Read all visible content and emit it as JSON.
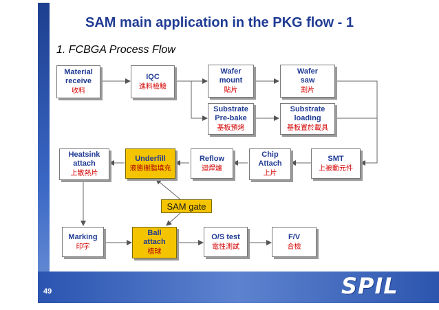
{
  "slide": {
    "title": "SAM main application in the PKG flow - 1",
    "subtitle": "1. FCBGA Process Flow",
    "page_number": "49",
    "logo_text": "SPIL",
    "callout": "SAM gate"
  },
  "boxes": {
    "material_receive": {
      "en1": "Material",
      "en2": "receive",
      "zh": "收料"
    },
    "iqc": {
      "en1": "IQC",
      "en2": "",
      "zh": "進料檢驗"
    },
    "wafer_mount": {
      "en1": "Wafer",
      "en2": "mount",
      "zh": "貼片"
    },
    "wafer_saw": {
      "en1": "Wafer",
      "en2": "saw",
      "zh": "割片"
    },
    "substrate_prebake": {
      "en1": "Substrate",
      "en2": "Pre-bake",
      "zh": "基板預烤"
    },
    "substrate_loading": {
      "en1": "Substrate",
      "en2": "loading",
      "zh": "基板置於載具"
    },
    "smt": {
      "en1": "SMT",
      "en2": "",
      "zh": "上被動元件"
    },
    "chip_attach": {
      "en1": "Chip",
      "en2": "Attach",
      "zh": "上片"
    },
    "reflow": {
      "en1": "Reflow",
      "en2": "",
      "zh": "迴焊爐"
    },
    "underfill": {
      "en1": "Underfill",
      "en2": "",
      "zh": "液態樹脂填充"
    },
    "heatsink_attach": {
      "en1": "Heatsink",
      "en2": "attach",
      "zh": "上散熱片"
    },
    "marking": {
      "en1": "Marking",
      "en2": "",
      "zh": "印字"
    },
    "ball_attach": {
      "en1": "Ball",
      "en2": "attach",
      "zh": "植球"
    },
    "os_test": {
      "en1": "O/S test",
      "en2": "",
      "zh": "電性測試"
    },
    "fv": {
      "en1": "F/V",
      "en2": "",
      "zh": "合檢"
    }
  },
  "colors": {
    "title": "#1f3a93",
    "box_text": "#1f3a93",
    "chinese_text": "#d40000",
    "highlight": "#f5c400",
    "band": "#2a54b0"
  }
}
